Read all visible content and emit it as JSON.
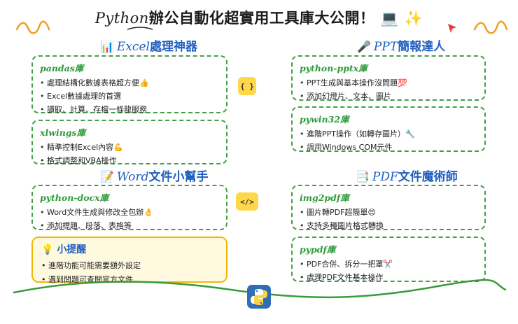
{
  "title": {
    "prefix": "Python",
    "main": "辦公自動化超實用工具庫大公開！",
    "laptop_emoji": "💻",
    "sparkles_emoji": "✨"
  },
  "sections": {
    "excel": {
      "icon": "📊",
      "script": "Excel",
      "title": "處理神器",
      "cards": [
        {
          "name": "pandas庫",
          "items": [
            "處理結構化數據表格超方便👍",
            "Excel數據處理的首選",
            "讀取、計算、存檔一條龍服務"
          ]
        },
        {
          "name": "xlwings庫",
          "items": [
            "精準控制Excel內容💪",
            "格式調整和VBA操作"
          ]
        }
      ]
    },
    "word": {
      "icon": "📝",
      "script": "Word",
      "title": "文件小幫手",
      "cards": [
        {
          "name": "python-docx庫",
          "items": [
            "Word文件生成與修改全包辦👌",
            "添加標題、段落、表格等"
          ]
        }
      ]
    },
    "tip": {
      "icon": "💡",
      "title": "小提醒",
      "items": [
        "進階功能可能需要額外設定",
        "遇到問題可查閱官方文件"
      ]
    },
    "ppt": {
      "icon": "🎤",
      "script": "PPT",
      "title": "簡報達人",
      "cards": [
        {
          "name": "python-pptx庫",
          "items": [
            "PPT生成與基本操作沒問題💯",
            "添加幻燈片、文本、圖片"
          ]
        },
        {
          "name": "pywin32庫",
          "items": [
            "進階PPT操作（如轉存圖片）🔧",
            "調用Windows COM元件"
          ]
        }
      ]
    },
    "pdf": {
      "icon": "📑",
      "script": "PDF",
      "title": "文件魔術師",
      "cards": [
        {
          "name": "img2pdf庫",
          "items": [
            "圖片轉PDF超簡單😍",
            "支持多種圖片格式轉換"
          ]
        },
        {
          "name": "pypdf庫",
          "items": [
            "PDF合併、拆分一把罩✂️",
            "處理PDF文件基本操作"
          ]
        }
      ]
    }
  },
  "badges": {
    "braces": "{ }",
    "tag": "</>"
  },
  "colors": {
    "accent_blue": "#1f5fbf",
    "card_green": "#43a047",
    "tip_yellow": "#f2b705",
    "squiggle_orange": "#f0a020",
    "wave_green": "#3a9a3a"
  }
}
